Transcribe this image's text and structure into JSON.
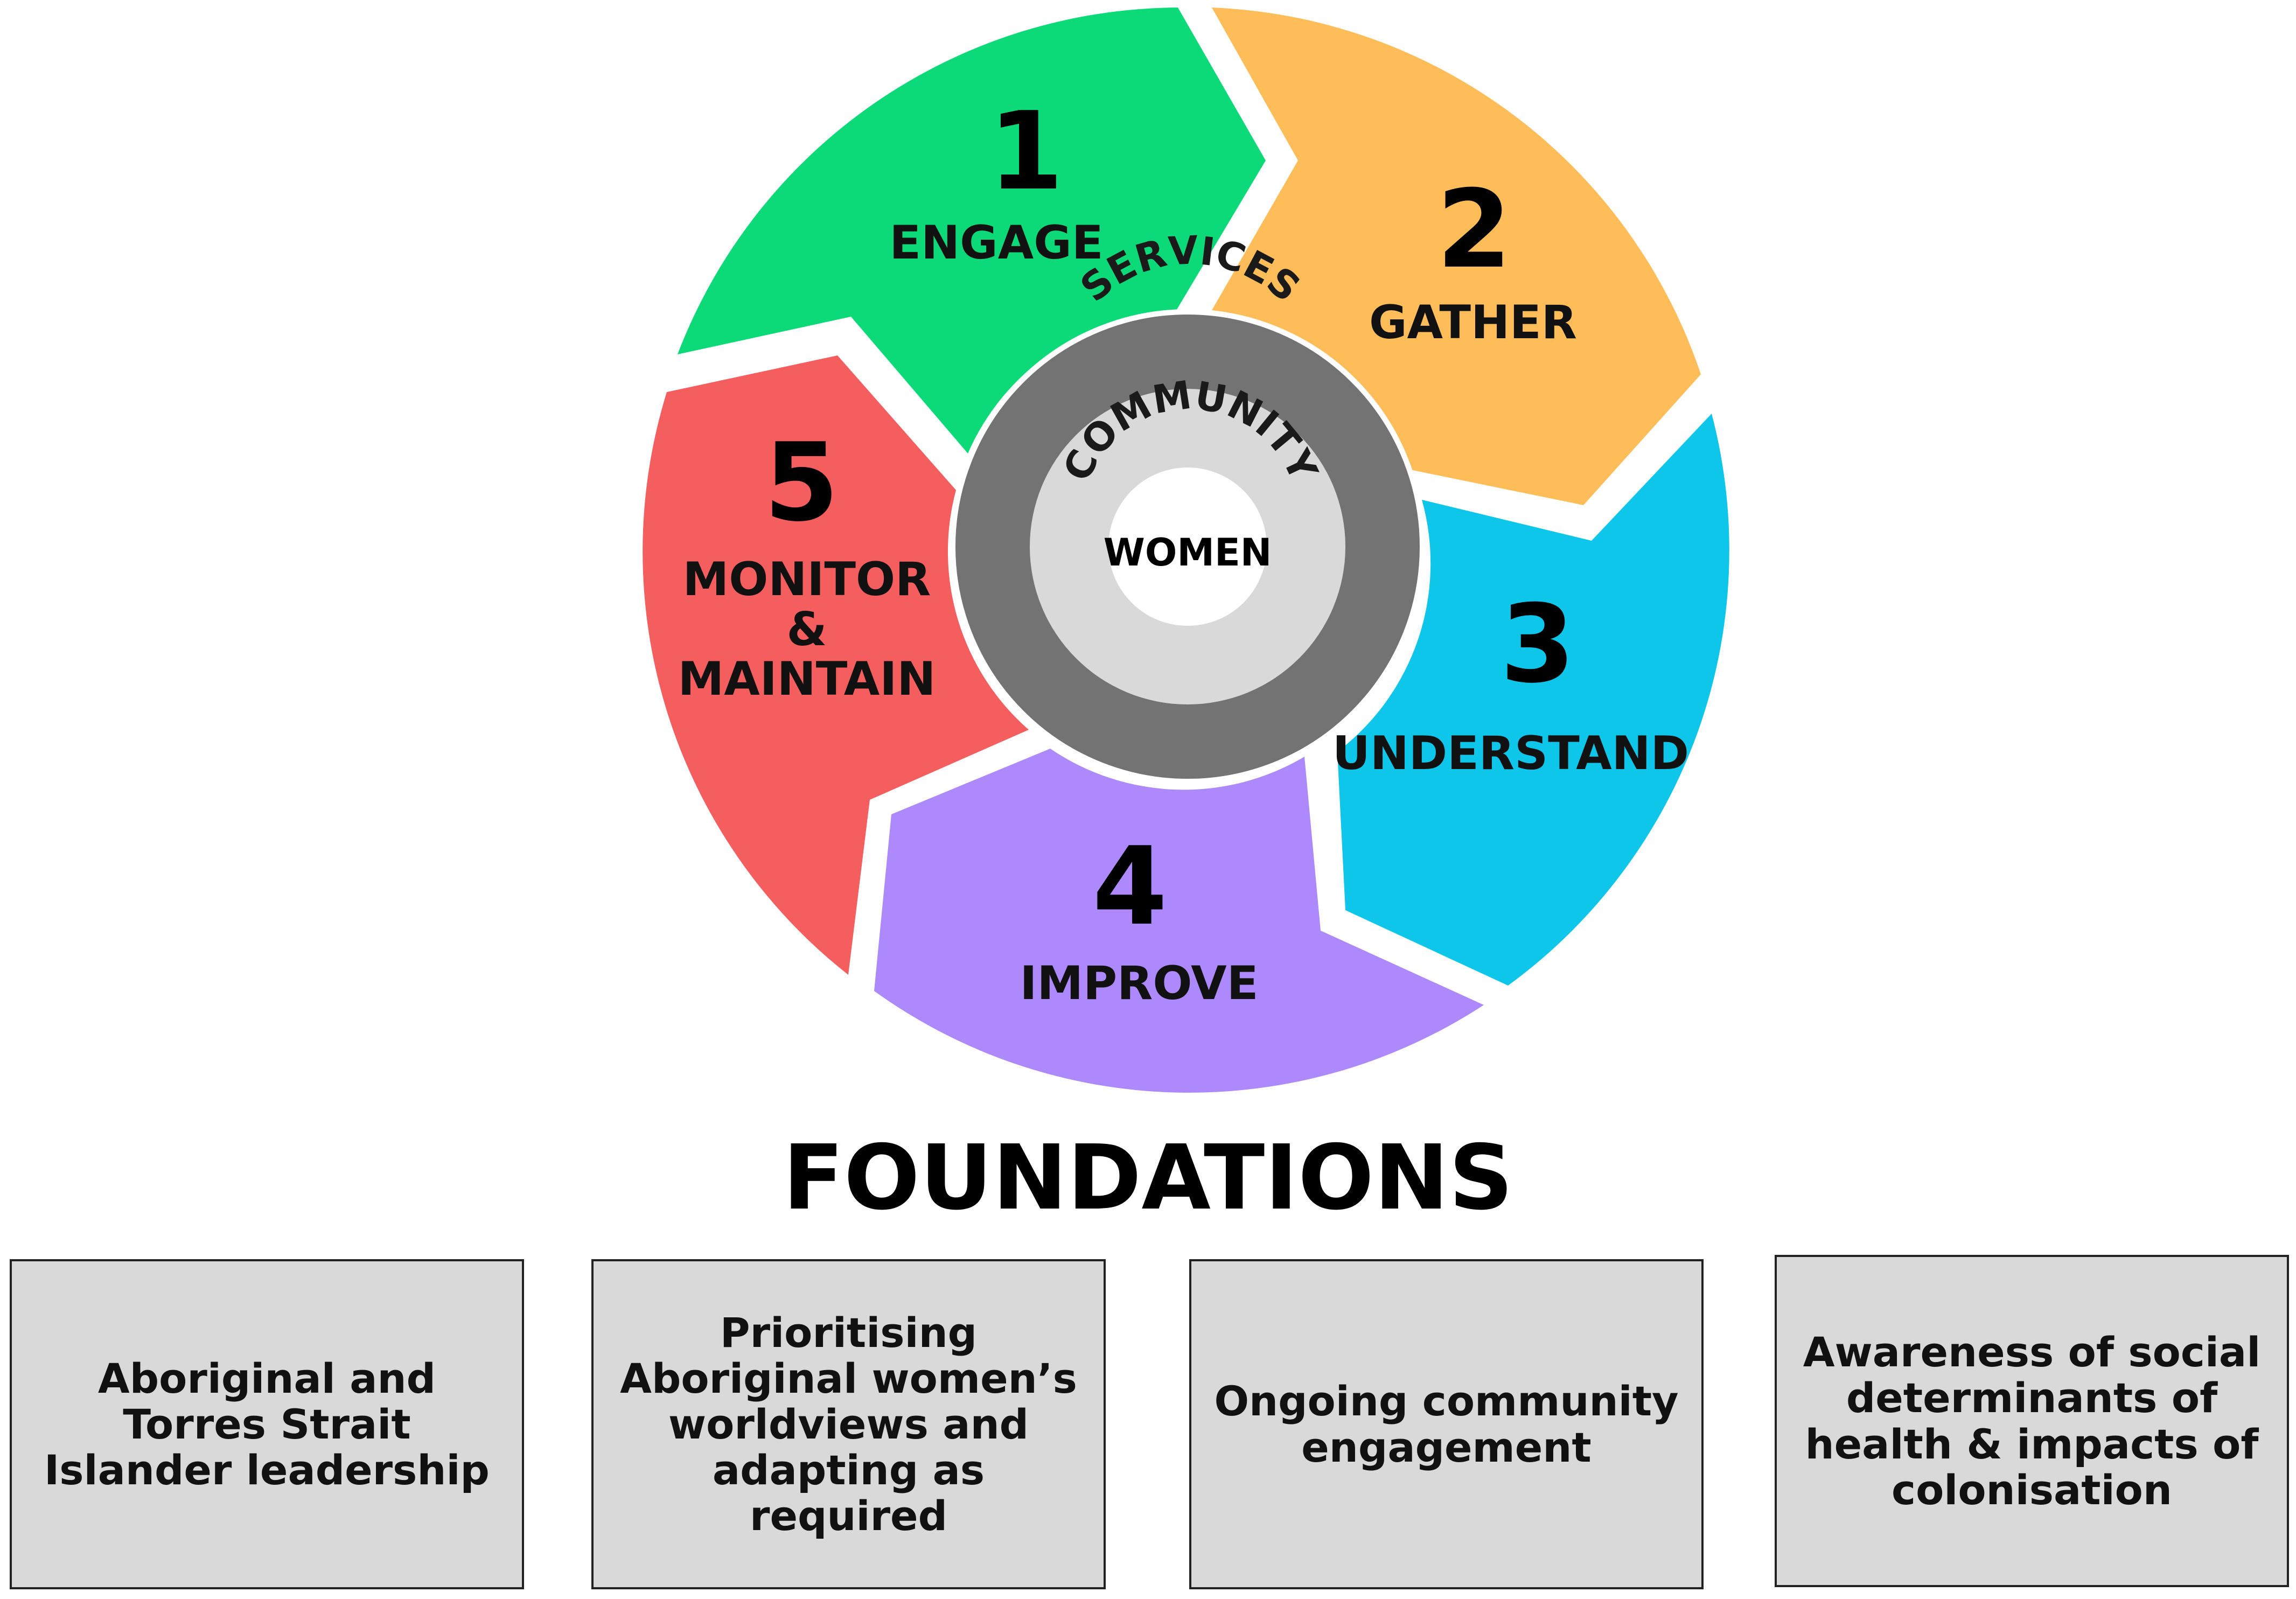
{
  "steps": [
    {
      "number": "1",
      "label": "ENGAGE",
      "color": "#0cd977"
    },
    {
      "number": "2",
      "label": "GATHER",
      "color": "#ffbd59"
    },
    {
      "number": "3",
      "label": "UNDERSTAND",
      "color": "#0dc6e9"
    },
    {
      "number": "4",
      "label": "IMPROVE",
      "color": "#ad89fd"
    },
    {
      "number": "5",
      "label_lines": [
        "MONITOR",
        "&",
        "MAINTAIN"
      ],
      "color": "#f55e5e"
    }
  ],
  "center": {
    "outer_ring": {
      "label": "SERVICES",
      "color": "#737373"
    },
    "middle_ring": {
      "label": "COMMUNITY",
      "color": "#d9d9d9"
    },
    "core": {
      "label": "WOMEN",
      "color": "#ffffff"
    }
  },
  "foundations": {
    "title": "FOUNDATIONS",
    "box_color": "#d9d9d9",
    "items": [
      {
        "lines": [
          "Aboriginal and",
          "Torres Strait",
          "Islander leadership"
        ]
      },
      {
        "lines": [
          "Prioritising",
          "Aboriginal women’s",
          "worldviews and",
          "adapting as required"
        ]
      },
      {
        "lines": [
          "Ongoing community",
          "engagement"
        ]
      },
      {
        "lines": [
          "Awareness of social",
          "determinants of",
          "health & impacts of",
          "colonisation"
        ]
      }
    ]
  }
}
